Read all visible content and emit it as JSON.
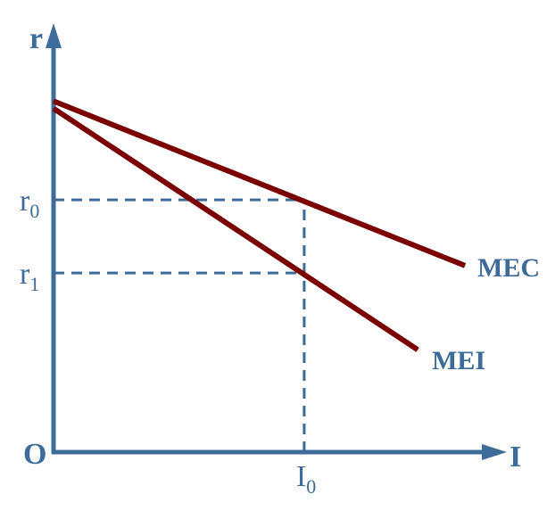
{
  "chart_data": {
    "type": "line",
    "axes": {
      "y_label": "r",
      "x_label": "I",
      "origin_label": "O"
    },
    "x_range": [
      0,
      10
    ],
    "y_range": [
      0,
      10
    ],
    "y_ticks": [
      {
        "base": "r",
        "sub": "0",
        "value": 6.9
      },
      {
        "base": "r",
        "sub": "1",
        "value": 4.9
      }
    ],
    "x_ticks": [
      {
        "base": "I",
        "sub": "0",
        "value": 5.3
      }
    ],
    "series": [
      {
        "name": "MEC",
        "color": "#7a0000",
        "points": [
          [
            0,
            9.6
          ],
          [
            8.7,
            5.1
          ]
        ]
      },
      {
        "name": "MEI",
        "color": "#7a0000",
        "points": [
          [
            0,
            9.4
          ],
          [
            7.7,
            2.8
          ]
        ]
      }
    ],
    "guides": [
      {
        "from": [
          0,
          6.9
        ],
        "to": [
          5.3,
          6.9
        ]
      },
      {
        "from": [
          0,
          4.9
        ],
        "to": [
          5.3,
          4.9
        ]
      },
      {
        "from": [
          5.3,
          0
        ],
        "to": [
          5.3,
          6.9
        ]
      }
    ],
    "grid": false,
    "colors": {
      "axis": "#3d6b9a",
      "curve": "#7a0000",
      "label": "#3d6b9a"
    }
  }
}
